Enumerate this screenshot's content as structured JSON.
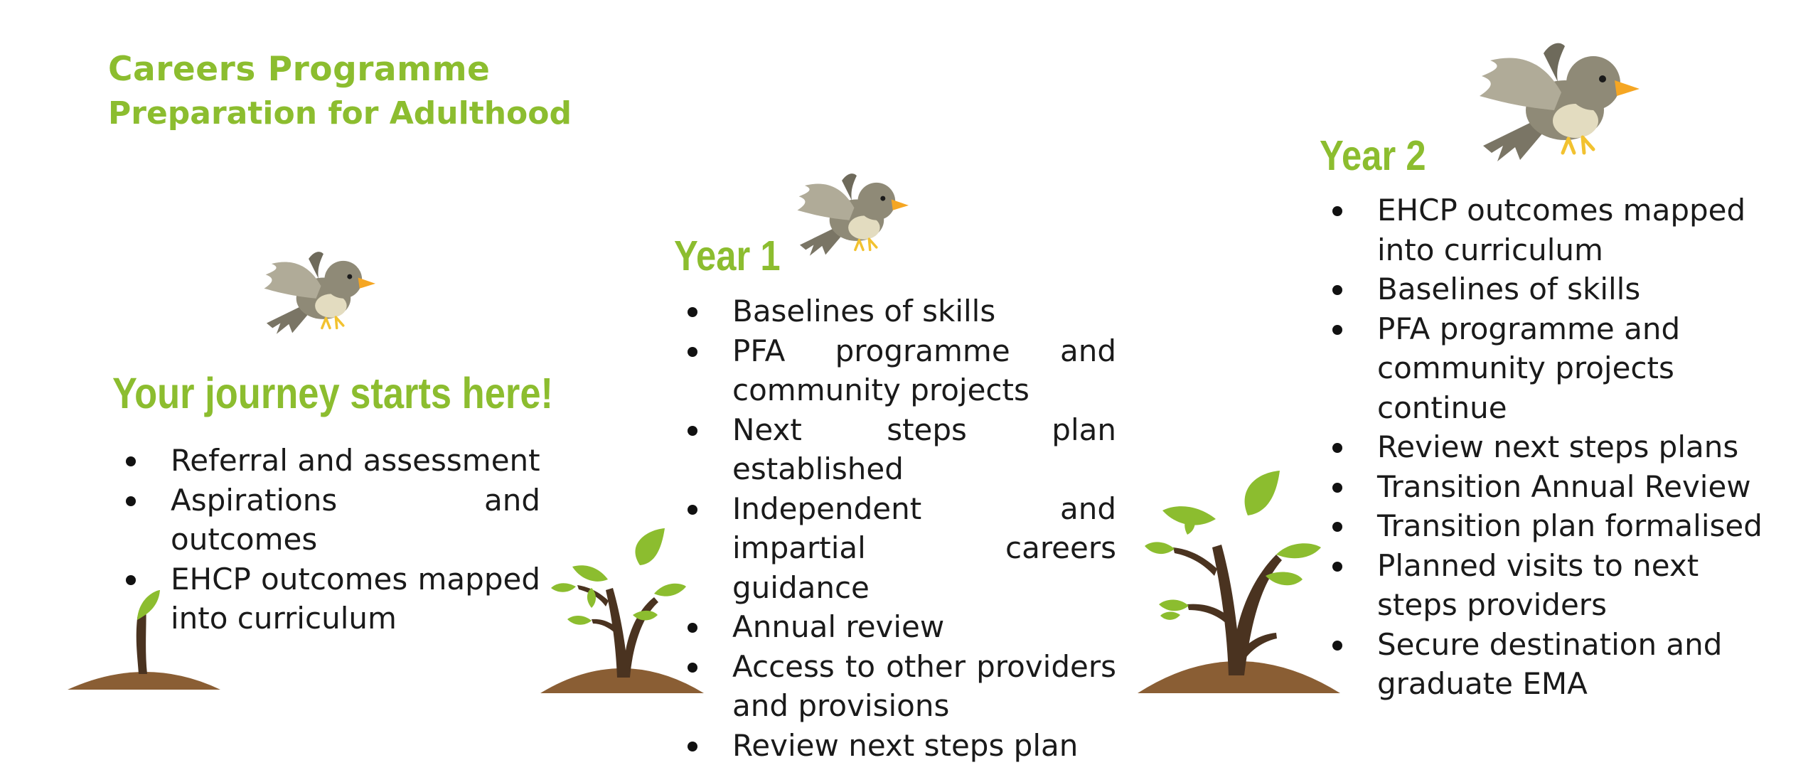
{
  "header": {
    "title": "Careers Programme",
    "subtitle": "Preparation for Adulthood"
  },
  "columns": [
    {
      "heading": "Your journey starts here!",
      "items": [
        "Referral and assessment",
        "Aspirations and outcomes",
        "EHCP outcomes mapped into curriculum"
      ]
    },
    {
      "heading": "Year 1",
      "items": [
        "Baselines of skills",
        "PFA programme and community projects",
        "Next steps plan established",
        "Independent and impartial careers guidance",
        "Annual review",
        "Access to other providers and provisions",
        "Review next steps plan"
      ]
    },
    {
      "heading": "Year 2",
      "items": [
        "EHCP outcomes mapped into curriculum",
        "Baselines of skills",
        "PFA programme and community projects continue",
        "Review next steps plans",
        "Transition Annual Review",
        "Transition plan formalised",
        "Planned visits to next steps providers",
        "Secure destination and graduate EMA"
      ]
    }
  ],
  "colors": {
    "accent_green": "#8cbd2f",
    "soil_brown": "#8a5e34",
    "trunk_brown": "#4a3320",
    "bird_grey": "#8f8a77"
  },
  "icons": [
    "bird-icon",
    "sprout-icon",
    "sapling-icon",
    "tree-icon"
  ]
}
